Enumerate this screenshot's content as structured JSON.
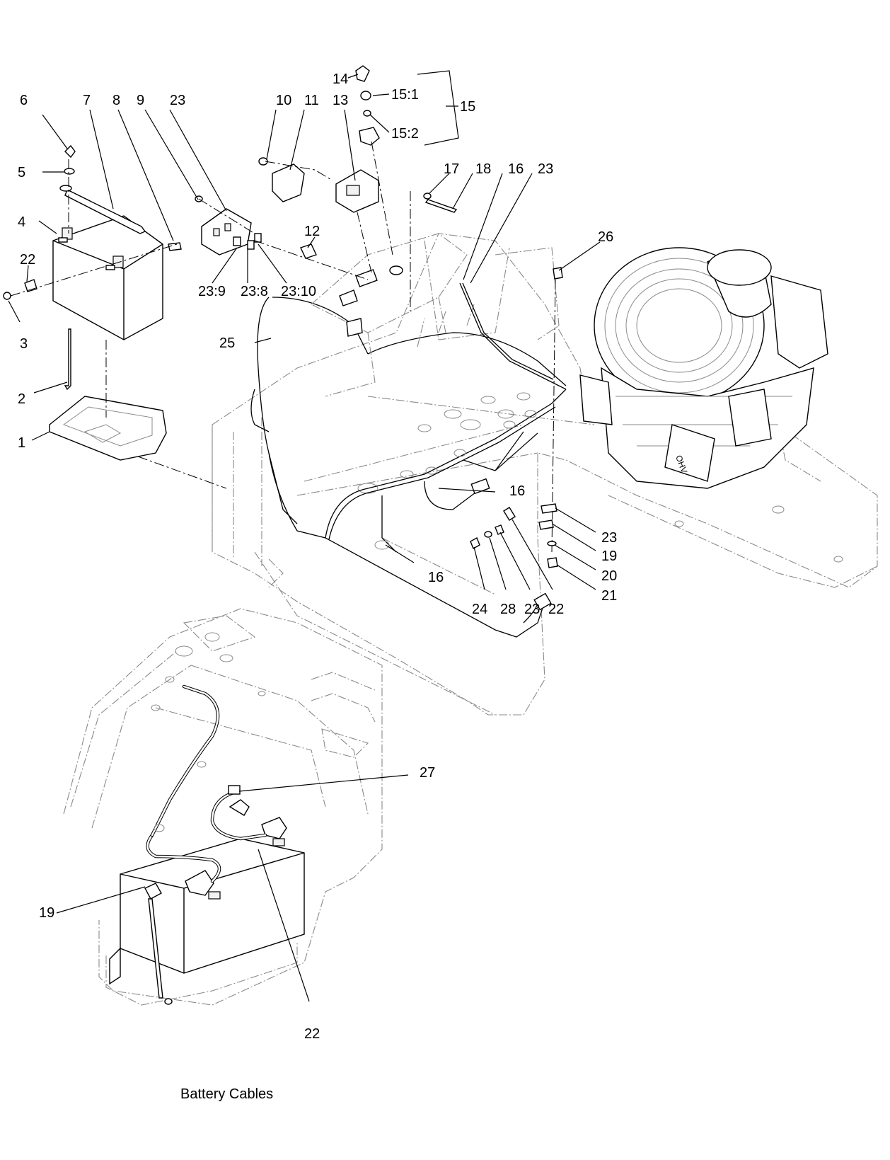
{
  "diagram": {
    "caption": "Battery Cables",
    "callouts": [
      {
        "id": "c1",
        "text": "1"
      },
      {
        "id": "c2",
        "text": "2"
      },
      {
        "id": "c3",
        "text": "3"
      },
      {
        "id": "c4",
        "text": "4"
      },
      {
        "id": "c5",
        "text": "5"
      },
      {
        "id": "c6",
        "text": "6"
      },
      {
        "id": "c7",
        "text": "7"
      },
      {
        "id": "c8",
        "text": "8"
      },
      {
        "id": "c9",
        "text": "9"
      },
      {
        "id": "c10",
        "text": "10"
      },
      {
        "id": "c11",
        "text": "11"
      },
      {
        "id": "c12",
        "text": "12"
      },
      {
        "id": "c13",
        "text": "13"
      },
      {
        "id": "c14",
        "text": "14"
      },
      {
        "id": "c15",
        "text": "15"
      },
      {
        "id": "c15_1",
        "text": "15:1"
      },
      {
        "id": "c15_2",
        "text": "15:2"
      },
      {
        "id": "c16a",
        "text": "16"
      },
      {
        "id": "c16b",
        "text": "16"
      },
      {
        "id": "c16c",
        "text": "16"
      },
      {
        "id": "c17",
        "text": "17"
      },
      {
        "id": "c18",
        "text": "18"
      },
      {
        "id": "c19a",
        "text": "19"
      },
      {
        "id": "c19b",
        "text": "19"
      },
      {
        "id": "c20",
        "text": "20"
      },
      {
        "id": "c21",
        "text": "21"
      },
      {
        "id": "c22a",
        "text": "22"
      },
      {
        "id": "c22b",
        "text": "22"
      },
      {
        "id": "c22c",
        "text": "22"
      },
      {
        "id": "c23a",
        "text": "23"
      },
      {
        "id": "c23b",
        "text": "23"
      },
      {
        "id": "c23c",
        "text": "23"
      },
      {
        "id": "c23d",
        "text": "23"
      },
      {
        "id": "c23_8",
        "text": "23:8"
      },
      {
        "id": "c23_9",
        "text": "23:9"
      },
      {
        "id": "c23_10",
        "text": "23:10"
      },
      {
        "id": "c24",
        "text": "24"
      },
      {
        "id": "c25",
        "text": "25"
      },
      {
        "id": "c26",
        "text": "26"
      },
      {
        "id": "c27",
        "text": "27"
      },
      {
        "id": "c28",
        "text": "28"
      }
    ]
  }
}
